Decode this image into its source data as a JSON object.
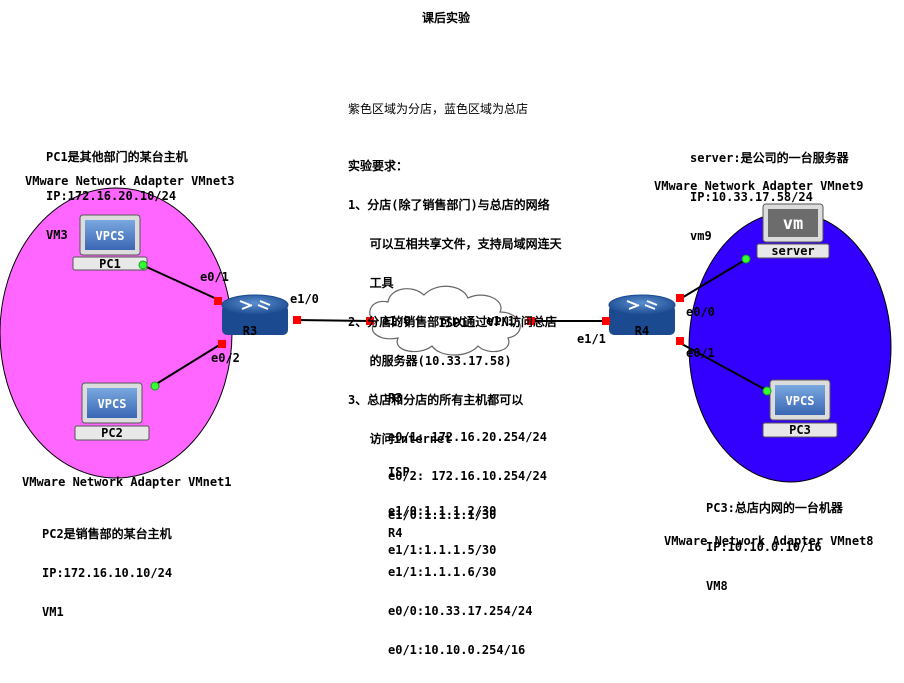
{
  "title": "课后实验",
  "colors": {
    "branch_zone": "#ff66ff",
    "hq_zone": "#3300ff",
    "link": "#000000",
    "port": "#ff0000",
    "up": "#33ff33"
  },
  "intro": "紫色区域为分店，蓝色区域为总店",
  "requirements": [
    "实验要求：",
    "1、分店(除了销售部门)与总店的网络",
    "   可以互相共享文件，支持局域网连天",
    "   工具",
    "2、分店的销售部可以通过VPN访问总店",
    "   的服务器(10.33.17.58)",
    "3、总店和分店的所有主机都可以",
    "   访问internet"
  ],
  "notes": {
    "pc1": [
      "PC1是其他部门的某台主机",
      "IP:172.16.20.10/24",
      "VM3"
    ],
    "pc2": [
      "PC2是销售部的某台主机",
      "IP:172.16.10.10/24",
      "VM1"
    ],
    "server": [
      "server:是公司的一台服务器",
      "IP:10.33.17.58/24",
      "vm9"
    ],
    "pc3": [
      "PC3:总店内网的一台机器",
      "IP:10.10.0.10/16",
      "VM8"
    ]
  },
  "adapters": {
    "vmnet3": "VMware Network Adapter VMnet3",
    "vmnet1": "VMware Network Adapter VMnet1",
    "vmnet9": "VMware Network Adapter VMnet9",
    "vmnet8": "VMware Network Adapter VMnet8"
  },
  "config": {
    "r3": [
      "R3",
      "e0/1: 172.16.20.254/24",
      "e0/2: 172.16.10.254/24",
      "e1/0:1.1.1.1/30"
    ],
    "isp": [
      "ISP",
      "e1/0:1.1.1.2/30",
      "e1/1:1.1.1.5/30"
    ],
    "r4": [
      "R4",
      "e1/1:1.1.1.6/30",
      "e0/0:10.33.17.254/24",
      "e0/1:10.10.0.254/16"
    ]
  },
  "nodes": {
    "pc1": {
      "icon": "VPCS",
      "label": "PC1"
    },
    "pc2": {
      "icon": "VPCS",
      "label": "PC2"
    },
    "pc3": {
      "icon": "VPCS",
      "label": "PC3"
    },
    "server": {
      "icon": "vm",
      "label": "server"
    },
    "r3": {
      "label": "R3"
    },
    "r4": {
      "label": "R4"
    },
    "isp1": {
      "label": "ISP1"
    }
  },
  "ports": {
    "r3_e0_1": "e0/1",
    "r3_e0_2": "e0/2",
    "r3_e1_0": "e1/0",
    "isp_e1_0": "e1/0",
    "isp_e1_1": "e1/1",
    "r4_e1_1": "e1/1",
    "r4_e0_0": "e0/0",
    "r4_e0_1": "e0/1"
  }
}
